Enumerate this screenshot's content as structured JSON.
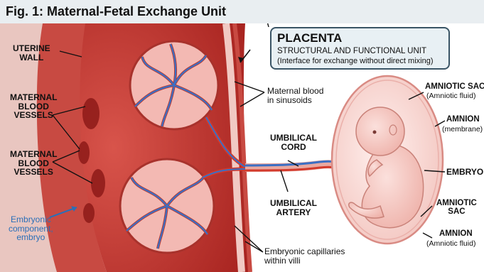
{
  "figure": {
    "title": "Fig. 1: Maternal-Fetal Exchange Unit"
  },
  "placenta_box": {
    "heading": "PLACENTA",
    "subtitle": "STRUCTURAL AND FUNCTIONAL UNIT",
    "note": "(Interface for exchange without direct mixing)"
  },
  "labels": {
    "uterine_wall": [
      "UTERINE",
      "WALL"
    ],
    "maternal_vessels_1": [
      "MATERNAL",
      "BLOOD",
      "VESSELS"
    ],
    "maternal_vessels_2": [
      "MATERNAL",
      "BLOOD",
      "VESSELS"
    ],
    "embryonic_component": [
      "Embryonic",
      "component,",
      "embryo"
    ],
    "maternal_blood_sinusoids": [
      "Maternal blood",
      "in sinusoids"
    ],
    "umbilical_cord": [
      "UMBILICAL",
      "CORD"
    ],
    "umbilical_artery": [
      "UMBILICAL",
      "ARTERY"
    ],
    "embryonic_capillaries": [
      "Embryonic capillaries",
      "within villi"
    ],
    "amniotic_sac_top": "AMNIOTIC SAC",
    "amniotic_fluid_top": "(Amniotic fluid)",
    "amnion": "AMNION",
    "membrane": "(membrane)",
    "embryo": "EMBRYO",
    "amniotic_sac_bottom": [
      "AMNIOTIC",
      "SAC"
    ],
    "amnion_bottom": "AMNION",
    "amniotic_fluid_bottom": "(Amniotic fluid)"
  },
  "colors": {
    "uterine_wall": "#b52a26",
    "uterine_dark": "#8e1a18",
    "placenta_tissue": "#c8403a",
    "villi_fill": "#f2b2ac",
    "vein_blue": "#3b6fc4",
    "artery_red": "#d33a2c",
    "amniotic_sac": "#f6d6d2",
    "embryo_skin": "#f7c9c2",
    "embryonic_label": "#2a6fb8"
  }
}
